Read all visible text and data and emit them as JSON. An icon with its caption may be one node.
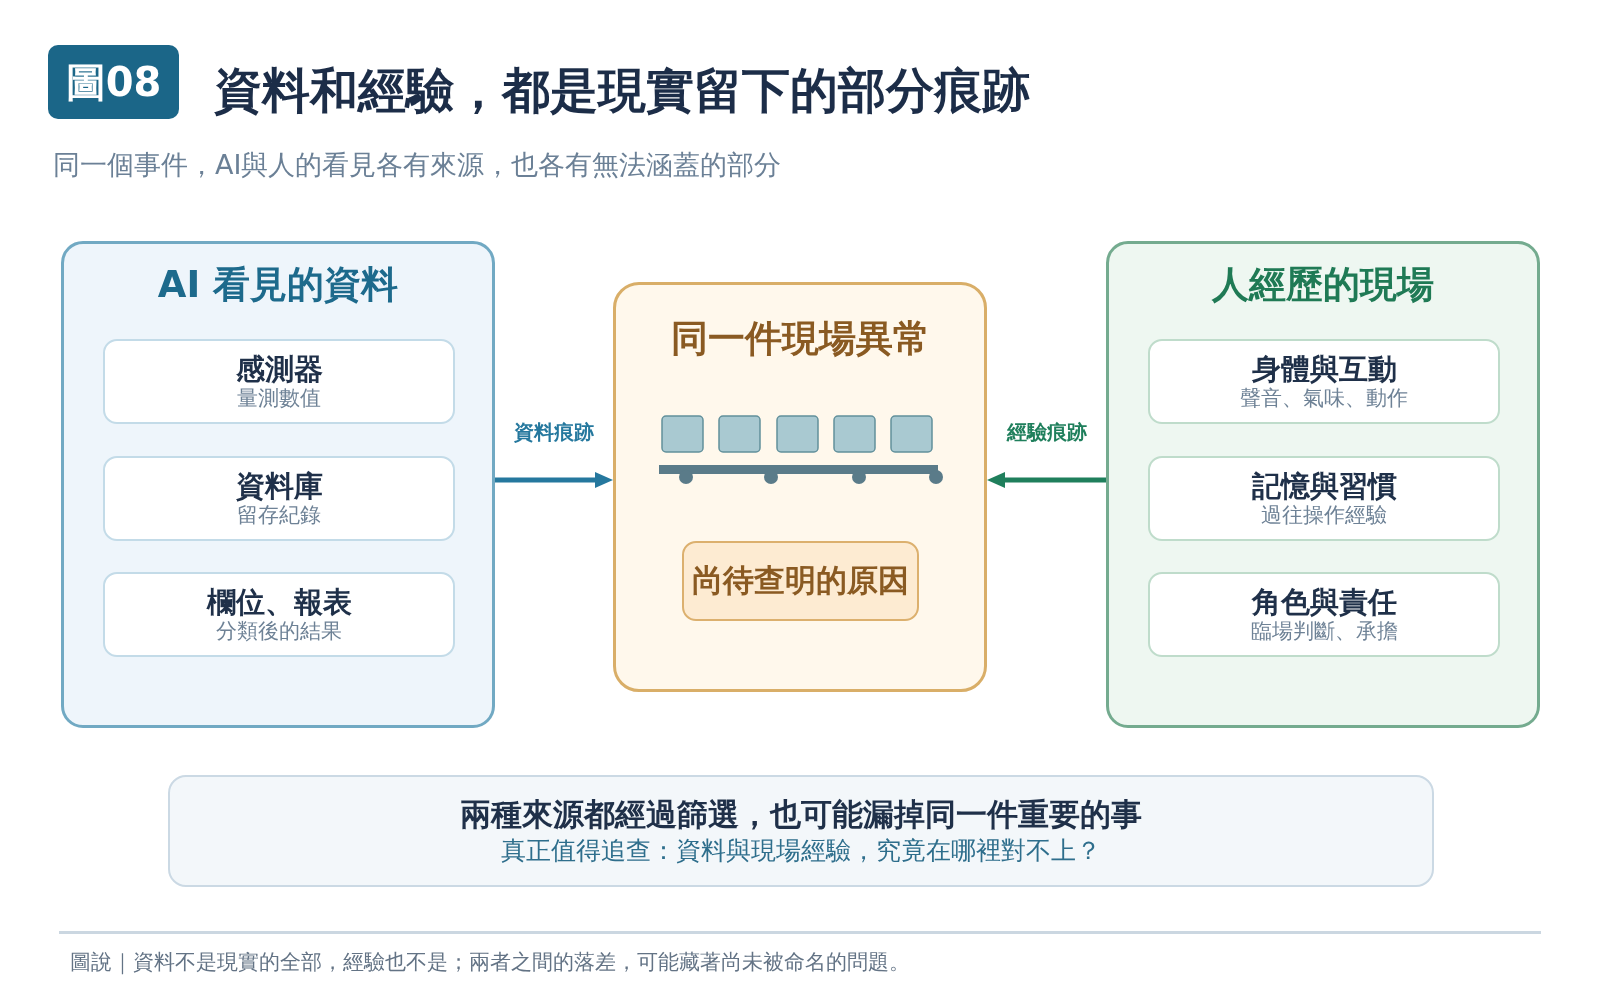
{
  "diagram": {
    "title": "資料和經驗，都是現實留下的部分痕跡",
    "caption": "圖說｜資料不是現實的全部，經驗也不是；兩者之間的落差，可能藏著尚未被命名的問題。",
    "nodes": [
      {
        "text": [
          "AI 看見的資料"
        ]
      },
      {
        "text": [
          "感測器",
          "量測數值"
        ],
        "in": 0
      },
      {
        "text": [
          "資料庫",
          "留存紀錄"
        ],
        "in": 0
      },
      {
        "text": [
          "欄位、報表",
          "分類後的結果"
        ],
        "in": 0
      },
      {
        "text": [
          "同一件現場異常"
        ]
      },
      {
        "text": [
          "尚待查明的原因"
        ],
        "in": 4
      },
      {
        "text": [
          "人經歷的現場"
        ]
      },
      {
        "text": [
          "身體與互動",
          "聲音、氣味、動作"
        ],
        "in": 6
      },
      {
        "text": [
          "記憶與習慣",
          "過往操作經驗"
        ],
        "in": 6
      },
      {
        "text": [
          "角色與責任",
          "臨場判斷、承擔"
        ],
        "in": 6
      },
      {
        "text": [
          "兩種來源都經過篩選，也可能漏掉同一件重要的事",
          "真正值得追查：資料與現場經驗，究竟在哪裡對不上？"
        ]
      }
    ],
    "edges": [
      {
        "from": 0,
        "to": 4,
        "arrow": "to",
        "label": "資料痕跡",
        "color": "#25789e"
      },
      {
        "from": 6,
        "to": 4,
        "arrow": "to",
        "label": "經驗痕跡",
        "color": "#1f7f5c"
      }
    ],
    "labels": [
      "圖08",
      "同一個事件，AI與人的看見各有來源，也各有無法涵蓋的部分"
    ]
  }
}
